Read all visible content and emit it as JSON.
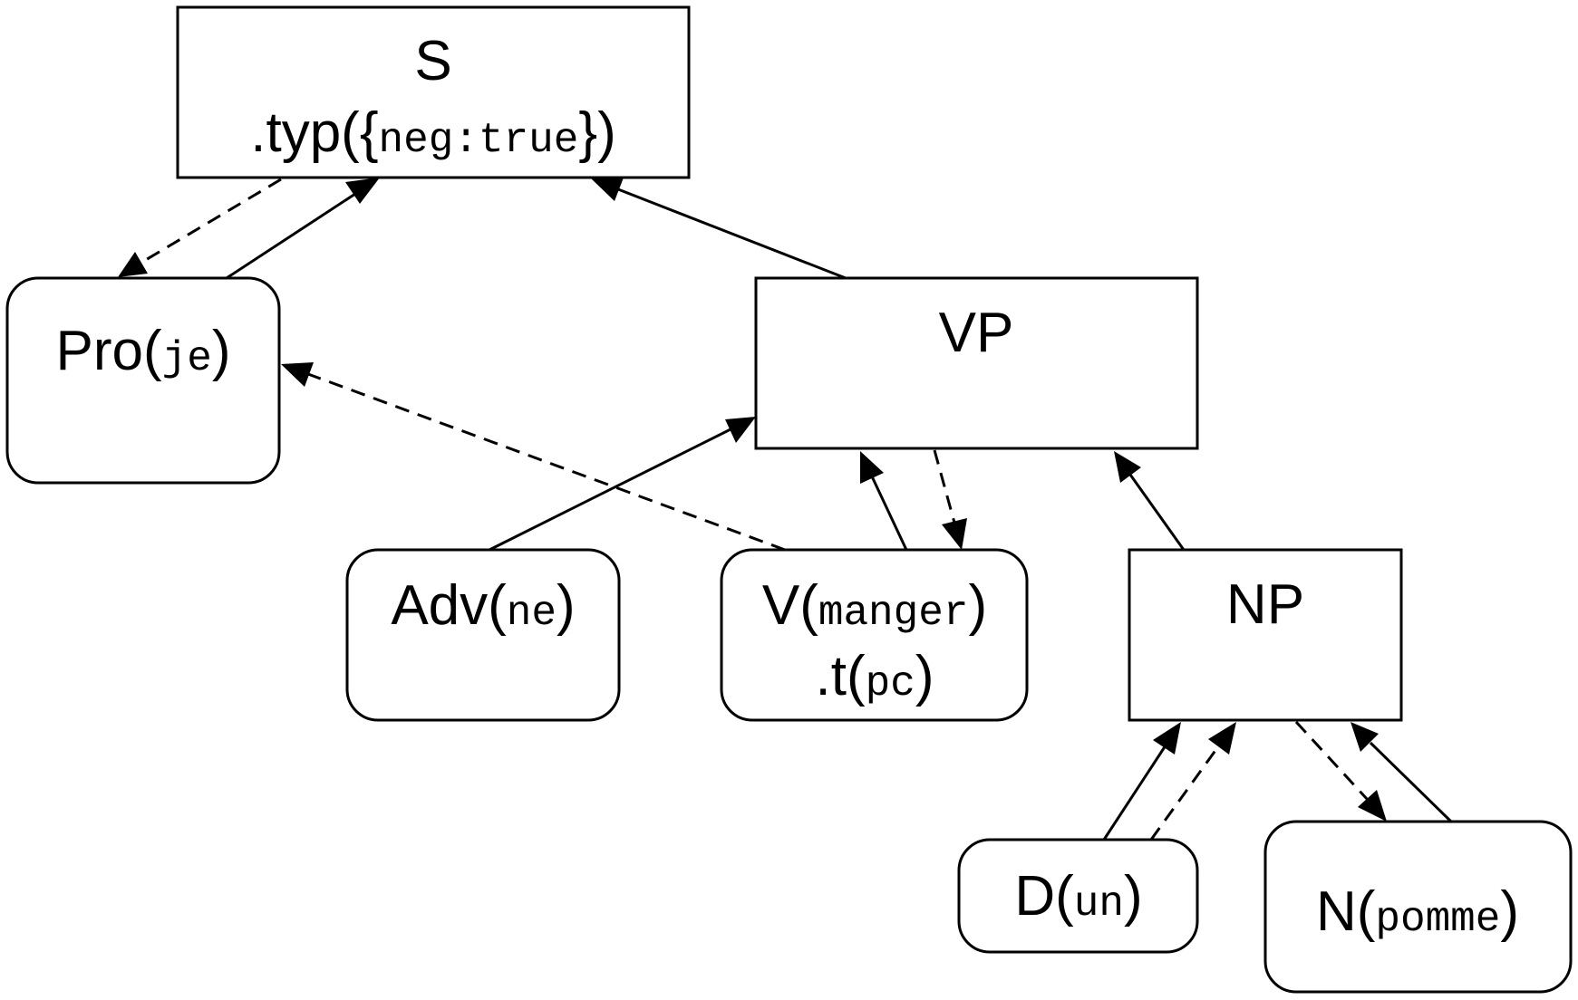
{
  "nodes": {
    "s": {
      "name": "S",
      "call_prefix": ".typ({",
      "call_arg": "neg:true",
      "call_suffix": "})"
    },
    "pro": {
      "name": "Pro(",
      "arg": "je",
      "close": ")"
    },
    "vp": {
      "name": "VP"
    },
    "adv": {
      "name": "Adv(",
      "arg": "ne",
      "close": ")"
    },
    "v": {
      "name": "V(",
      "arg": "manger",
      "close": ")",
      "call_prefix": ".t(",
      "call_arg": "pc",
      "call_suffix": ")"
    },
    "np": {
      "name": "NP"
    },
    "d": {
      "name": "D(",
      "arg": "un",
      "close": ")"
    },
    "n": {
      "name": "N(",
      "arg": "pomme",
      "close": ")"
    }
  }
}
